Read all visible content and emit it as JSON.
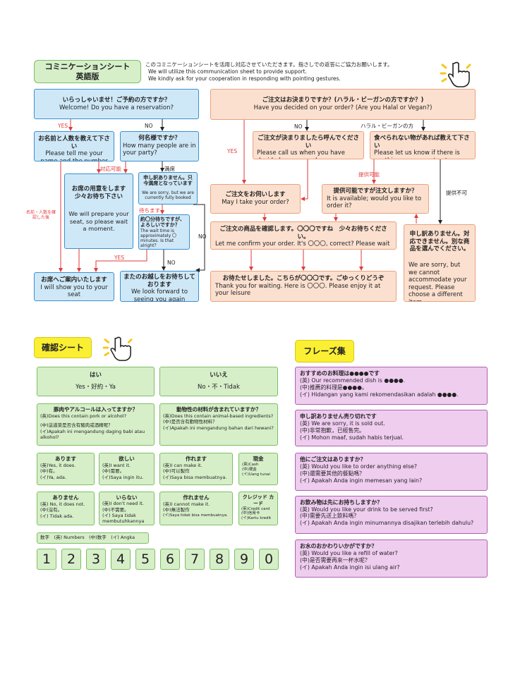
{
  "header": {
    "title_line1": "コミニケーションシート",
    "title_line2": "英語版",
    "intro_jp": "このコミニケーションシートを活用し対応させていただきます。指さしでの返答にご協力お願いします。",
    "intro_en1": "We will utilize this communication sheet to provide support.",
    "intro_en2": "We kindly ask for your cooperation in responding with pointing gestures."
  },
  "flow_left": {
    "welcome_jp": "いらっしゃいませ！ご予約の方ですか？",
    "welcome_en": "Welcome! Do you have a reservation?",
    "yes": "YES",
    "no": "NO",
    "name_jp": "お名前と人数を教えて下さい",
    "name_en": "Please tell me your name and the number of people.",
    "party_jp": "何名様ですか？",
    "party_en": "How many people are in your party?",
    "available": "対応可能",
    "full": "満席",
    "prepare_jp": "お席の用意をします 少々お待ち下さい",
    "prepare_en": "We will prepare your seat, so please wait a moment.",
    "booked_jp": "申し訳ありません。只今満席となっています",
    "booked_en": "We are sorry, but we are currently fully booked",
    "wait_label": "待ちます",
    "wait_jp": "約〇分待ちですが、よろしいですか？",
    "wait_en": "The wait time is approximately 〇 minutes. Is that alright？",
    "name_note": "名前・人数を確認した後",
    "yes2": "YES",
    "no2": "NO",
    "no3": "NO",
    "guide_jp": "お席へご案内いたします",
    "guide_en": "I will show you to your seat",
    "again_jp": "またのお越しをお待ちしております",
    "again_en": "We look forward to seeing you again"
  },
  "flow_right": {
    "order_jp": "ご注文はお決まりですか？(ハラル・ビーガンの方ですか？)",
    "order_en": "Have you decided on your order? (Are you Halal or Vegan?)",
    "no": "NO",
    "halal": "ハラル・ビーガンの方",
    "yes": "YES",
    "call_jp": "ご注文が決まりましたら呼んでください",
    "call_en": "Please call us when you have decided on your order.",
    "cannot_eat_jp": "食べられない物があれば教えて下さい",
    "cannot_eat_en": "Please let us know if there is anything you cannot eat",
    "can_provide": "提供可能",
    "cannot_provide": "提供不可",
    "take_order_jp": "ご注文をお伺いします",
    "take_order_en": "May I take your order?",
    "available_jp": "提供可能ですが注文しますか？",
    "available_en": "It is available; would you like to order it?",
    "confirm_jp": "ご注文の商品を確認します。〇〇〇ですね　少々お待ちください。",
    "confirm_en": "Let me confirm your order. It's 〇〇〇, correct? Please wait a moment.",
    "sorry_jp": "申し訳ありません。対応できません。別な商品を選んでください。",
    "sorry_en": "We are sorry, but we cannot accommodate your request. Please choose a different item.",
    "served_jp": "お待たせしました。こちらが〇〇〇です。ごゆっくりどうぞ",
    "served_en": "Thank you for waiting. Here is 〇〇〇. Please enjoy it at your leisure"
  },
  "confirm_sheet": {
    "title": "確認シート",
    "yes_title": "はい",
    "yes_text": "Yes・好約・Ya",
    "no_title": "いいえ",
    "no_text": "No・不・Tidak",
    "pork_q": "豚肉やアルコールは入ってますか？",
    "pork_en": "(英)Does this contain pork or alcohol?",
    "pork_zh": "(中)這道菜是否含有豬肉或酒精呢？",
    "pork_id": "(イ)Apakah ini mengandung daging babi atau alkohol?",
    "animal_q": "動物性の材料が含まれていますか？",
    "animal_en": "(英)Does this contain animal-based ingredients?",
    "animal_zh": "(中)是否含有動物性材料？",
    "animal_id": "(イ)Apakah ini mengandung bahan dari hewani?",
    "have_t": "あります",
    "have_en": "(英)Yes, it does.",
    "have_zh": "(中)有。",
    "have_id": "(イ)Ya, ada.",
    "want_t": "欲しい",
    "want_en": "(英)I want it.",
    "want_zh": "(中)需要。",
    "want_id": "(イ)Saya ingin itu.",
    "can_t": "作れます",
    "can_en": "(英)I can make it.",
    "can_zh": "(中)可以製作",
    "can_id": "(イ)Saya bisa membuatnya.",
    "cash_t": "現金",
    "cash_en": "(英)Cash",
    "cash_zh": "(中)現金",
    "cash_id": "(イ)Uang tunai",
    "none_t": "ありません",
    "none_en": "(英) No, it does not.",
    "none_zh": "(中)沒有。",
    "none_id": "(イ) Tidak ada.",
    "dont_t": "いらない",
    "dont_en": "(英)I don't need it.",
    "dont_zh": "(中)不需要。",
    "dont_id": "(イ) Saya tidak membutuhkannya",
    "cant_t": "作れません",
    "cant_en": "(英)I cannot make it.",
    "cant_zh": "(中)無法製作",
    "cant_id": "(イ)Saya tidak bisa membuatnya.",
    "card_t": "クレジッド カード",
    "card_en": "(英)Credit card",
    "card_zh": "(中)信用卡",
    "card_id": "(イ)Kartu kredit",
    "numbers_label": "数字　(英) Numbers　(中)数字　(イ) Angka",
    "numbers": [
      "1",
      "2",
      "3",
      "4",
      "5",
      "6",
      "7",
      "8",
      "9",
      "0"
    ]
  },
  "phrases": {
    "title": "フレーズ集",
    "items": [
      {
        "title": "おすすめのお料理は●●●●です",
        "en": "(英) Our recommended dish is ●●●●.",
        "zh": "(中)推薦的料理是●●●●。",
        "id": "(イ) Hidangan yang kami rekomendasikan adalah ●●●●."
      },
      {
        "title": "申し訳ありません売り切れです",
        "en": "(英) We are sorry, it is sold out.",
        "zh": "(中)非常抱歉，已經售完。",
        "id": "(イ) Mohon maaf, sudah habis terjual."
      },
      {
        "title": "他にご注文はありますか？",
        "en": "(英) Would you like to order anything else?",
        "zh": "(中)還需要其他的餐點嗎？",
        "id": "(イ) Apakah Anda ingin memesan yang lain?"
      },
      {
        "title": "お飲み物は先にお持ちしますか？",
        "en": "(英) Would you like your drink to be served first?",
        "zh": "(中)需要先送上飲料嗎？",
        "id": "(イ) Apakah Anda ingin minumannya disajikan terlebih dahulu?"
      },
      {
        "title": "お水のおかわりいかがですか？",
        "en": "(英) Would you like a refill of water?",
        "zh": "(中)是否需要再來一杯水呢？",
        "id": "(イ) Apakah Anda ingin isi ulang air?"
      }
    ]
  },
  "colors": {
    "blue_border": "#3a8fcf",
    "green_border": "#7dbf62",
    "peach_border": "#e9a27e",
    "pink_border": "#b060b0",
    "yellow": "#fbef33",
    "arrow_red": "#e23a3a"
  },
  "icons": [
    "pointing-hand-icon"
  ]
}
